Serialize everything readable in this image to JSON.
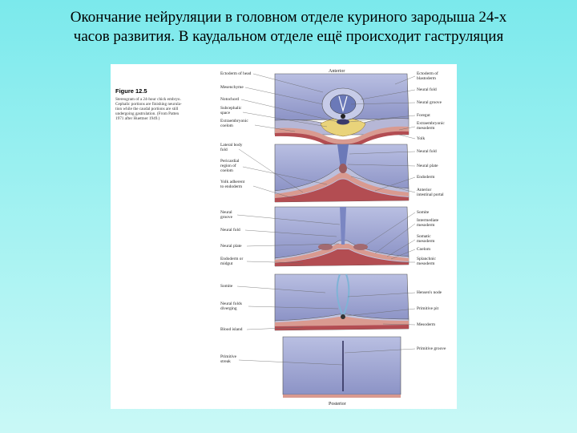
{
  "slide": {
    "title_line1": "Окончание нейруляции в головном отделе куриного зародыша 24-х",
    "title_line2": "часов развития. В каудальном отделе  ещё происходит гаструляция"
  },
  "figure": {
    "label": "Figure 12.5",
    "caption": [
      "Stereogram of a 24-hour chick embryo.",
      "Cephalic portions are finishing neurula-",
      "tion while the caudal portions are still",
      "undergoing gastrulation. (From Patten",
      "1971 after Huettner 1949.)"
    ],
    "anterior": "Anterior",
    "posterior": "Posterior",
    "labels_left": [
      "Ectoderm of head",
      "Mesenchyme",
      "Notochord",
      "Subcephalic",
      "space",
      "Extraembryonic",
      "coelom",
      "Lateral body",
      "fold",
      "Pericardial",
      "region of",
      "coelom",
      "Yolk adherent",
      "to endoderm",
      "Neural",
      "groove",
      "Neural fold",
      "Neural plate",
      "Endoderm or",
      "midgut",
      "Somite",
      "Neural folds",
      "diverging",
      "Blood island",
      "Primitive",
      "streak"
    ],
    "labels_right": [
      "Ectoderm of",
      "blastoderm",
      "Neural fold",
      "Neural groove",
      "Foregut",
      "Extraembryonic",
      "mesoderm",
      "Yolk",
      "Neural fold",
      "Neural plate",
      "Endoderm",
      "Anterior",
      "intestinal portal",
      "Somite",
      "Intermediate",
      "mesoderm",
      "Somatic",
      "mesoderm",
      "Coelom",
      "Splanchnic",
      "mesoderm",
      "Hensen's node",
      "Primitive pit",
      "Mesoderm",
      "Primitive groove"
    ]
  },
  "colors": {
    "ectoderm": "#8f96c8",
    "ectoderm_light": "#c3c8e6",
    "mesoderm": "#d99a90",
    "mesoderm_dark": "#b34d52",
    "yolk": "#e9d37a",
    "neural": "#6b79b8"
  }
}
